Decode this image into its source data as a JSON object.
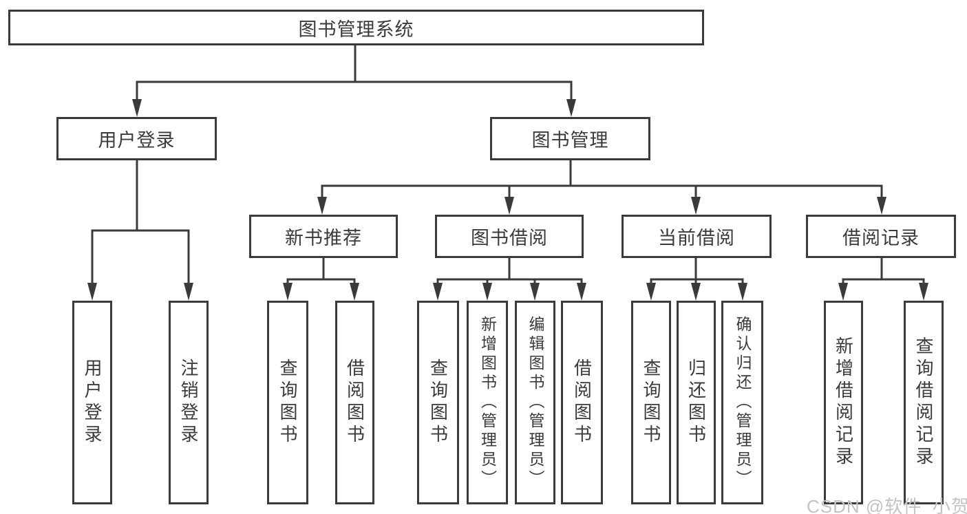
{
  "diagram": {
    "root": {
      "label": "图书管理系统"
    },
    "level2": {
      "user_login": {
        "label": "用户登录"
      },
      "book_mgmt": {
        "label": "图书管理"
      }
    },
    "level3": {
      "new_book_rec": {
        "label": "新书推荐"
      },
      "book_borrow": {
        "label": "图书借阅"
      },
      "current_borrow": {
        "label": "当前借阅"
      },
      "borrow_record": {
        "label": "借阅记录"
      }
    },
    "leaves": {
      "login_user_login": {
        "label": "用户登录"
      },
      "login_logout": {
        "label": "注销登录"
      },
      "rec_query_book": {
        "label": "查询图书"
      },
      "rec_borrow_book": {
        "label": "借阅图书"
      },
      "bor_query_book": {
        "label": "查询图书"
      },
      "bor_add_book": {
        "label": "新增图书（管理员）"
      },
      "bor_edit_book": {
        "label": "编辑图书（管理员）"
      },
      "bor_borrow_book": {
        "label": "借阅图书"
      },
      "cur_query_book": {
        "label": "查询图书"
      },
      "cur_return_book": {
        "label": "归还图书"
      },
      "cur_confirm_return": {
        "label": "确认归还（管理员）"
      },
      "brec_add_record": {
        "label": "新增借阅记录"
      },
      "brec_query_record": {
        "label": "查询借阅记录"
      }
    },
    "watermark": "CSDN @软件_小贺同学",
    "colors": {
      "line": "#3a3a3a",
      "text": "#3a3a3a",
      "watermark": "#c3c3c3",
      "background": "#ffffff"
    }
  }
}
